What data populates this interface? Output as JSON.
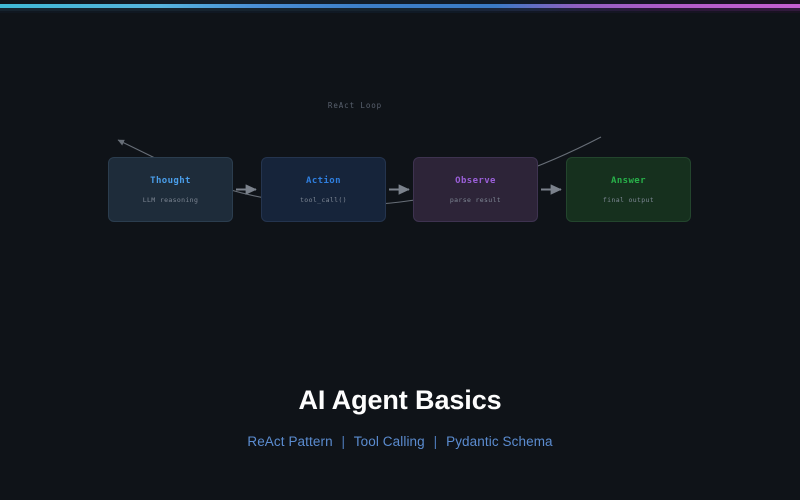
{
  "accent_bar": {
    "name": "gradient-accent-bar",
    "colors": [
      "#3fb8d4",
      "#4a8fd6",
      "#3a7ac4",
      "#b05cc8",
      "#c45fd0"
    ]
  },
  "diagram": {
    "loop_label": "ReAct Loop",
    "nodes": [
      {
        "label": "Thought",
        "sublabel": "LLM reasoning",
        "color": "#4a9eea"
      },
      {
        "label": "Action",
        "sublabel": "tool_call()",
        "color": "#2f7fe0"
      },
      {
        "label": "Observe",
        "sublabel": "parse result",
        "color": "#9a5fd8"
      },
      {
        "label": "Answer",
        "sublabel": "final output",
        "color": "#28b24a"
      }
    ],
    "connector_color": "#7b828c"
  },
  "footer": {
    "title": "AI Agent Basics",
    "subtitle_items": [
      "ReAct Pattern",
      "Tool Calling",
      "Pydantic Schema"
    ],
    "separator": "|",
    "subtitle_color": "#5b8cd0"
  }
}
